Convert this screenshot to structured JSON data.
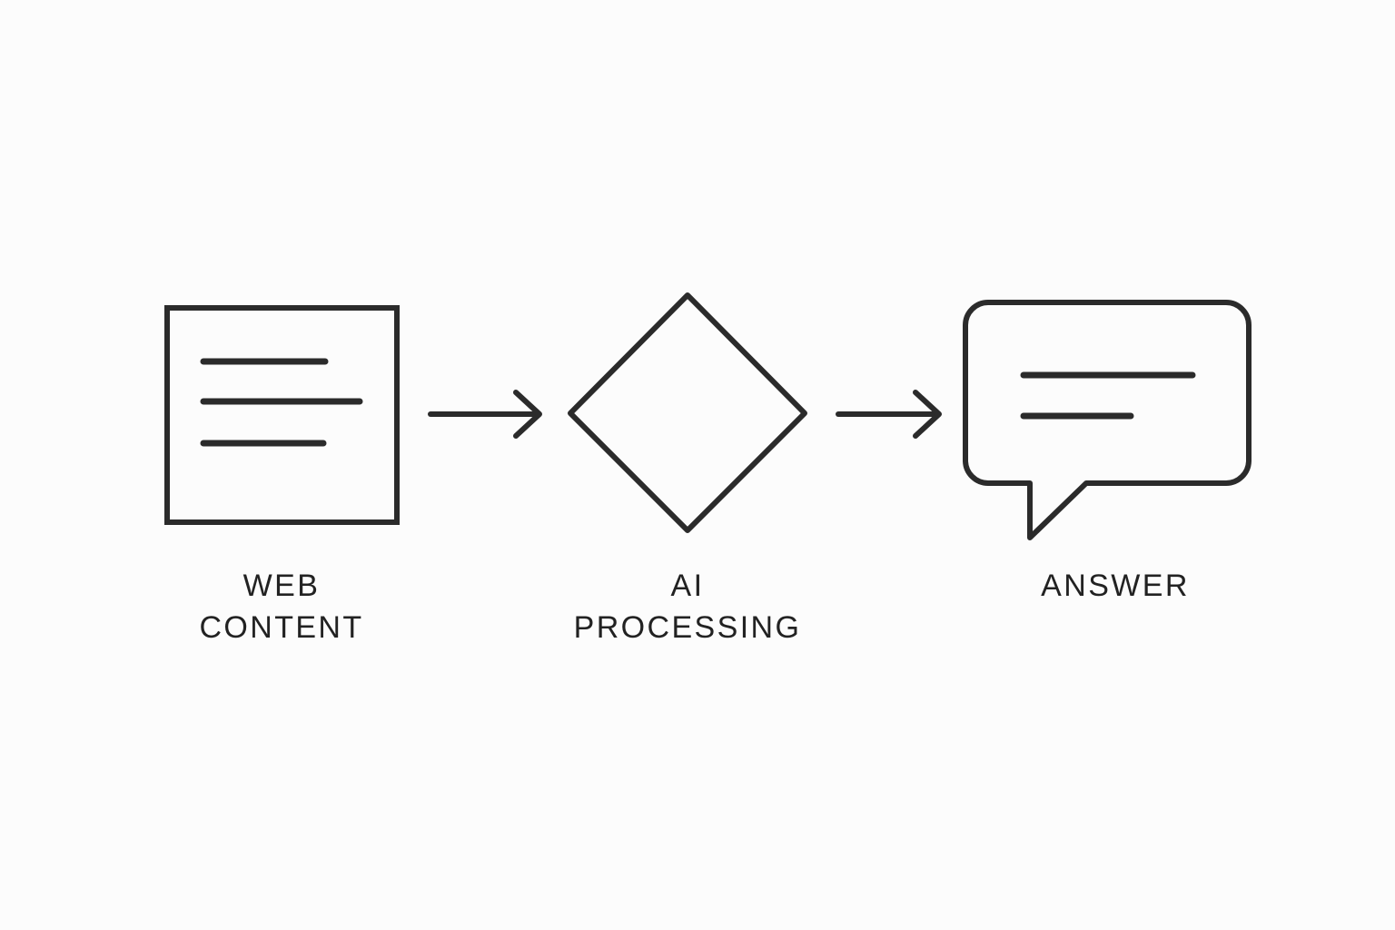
{
  "diagram": {
    "title": "Web content to AI processing to answer flow",
    "type": "flow-diagram",
    "background_color": "#fcfcfc",
    "stroke_color": "#2b2b2b",
    "text_color": "#222222",
    "orientation": "left-to-right",
    "nodes": [
      {
        "id": "web-content",
        "shape": "document-square",
        "icon_name": "document-icon",
        "label": "WEB\nCONTENT",
        "label_lines": [
          "WEB",
          "CONTENT"
        ],
        "detail_lines": 3
      },
      {
        "id": "ai-processing",
        "shape": "diamond",
        "icon_name": "diamond-icon",
        "label": "AI\nPROCESSING",
        "label_lines": [
          "AI",
          "PROCESSING"
        ],
        "detail_lines": 0
      },
      {
        "id": "answer",
        "shape": "speech-bubble",
        "icon_name": "speech-bubble-icon",
        "label": "ANSWER",
        "label_lines": [
          "ANSWER"
        ],
        "detail_lines": 2
      }
    ],
    "connectors": [
      {
        "id": "arrow-1",
        "from": "web-content",
        "to": "ai-processing",
        "style": "solid-arrow",
        "icon_name": "arrow-right-icon"
      },
      {
        "id": "arrow-2",
        "from": "ai-processing",
        "to": "answer",
        "style": "solid-arrow",
        "icon_name": "arrow-right-icon"
      }
    ]
  }
}
